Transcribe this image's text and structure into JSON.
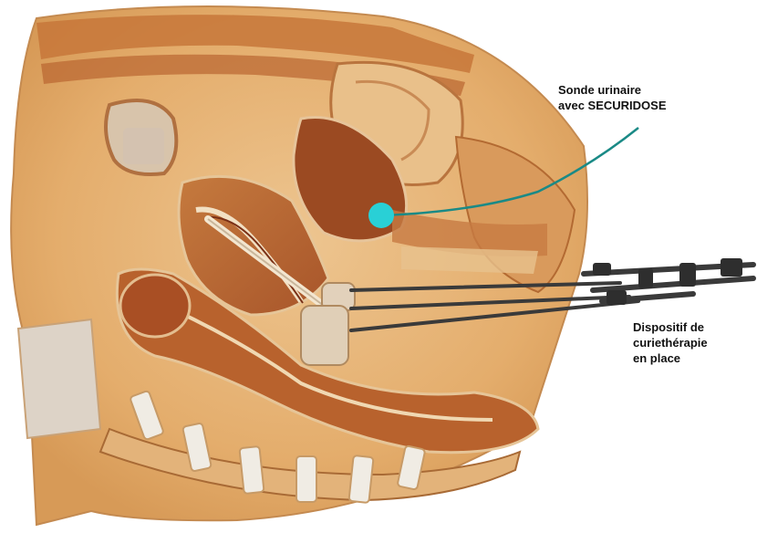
{
  "labels": {
    "urinary_probe": {
      "line1": "Sonde urinaire",
      "line2": "avec SECURIDOSE"
    },
    "brachy_device": {
      "line1": "Dispositif de",
      "line2": "curiethérapie",
      "line3": "en place"
    }
  },
  "colors": {
    "skin": "#e8b678",
    "muscle": "#b8642e",
    "organ_dark": "#8e3e1c",
    "bone": "#d9c7b0",
    "marker": "#29d0d6",
    "instrument": "#3a3a3a"
  },
  "icons": {
    "marker": "securidose-marker-icon"
  }
}
